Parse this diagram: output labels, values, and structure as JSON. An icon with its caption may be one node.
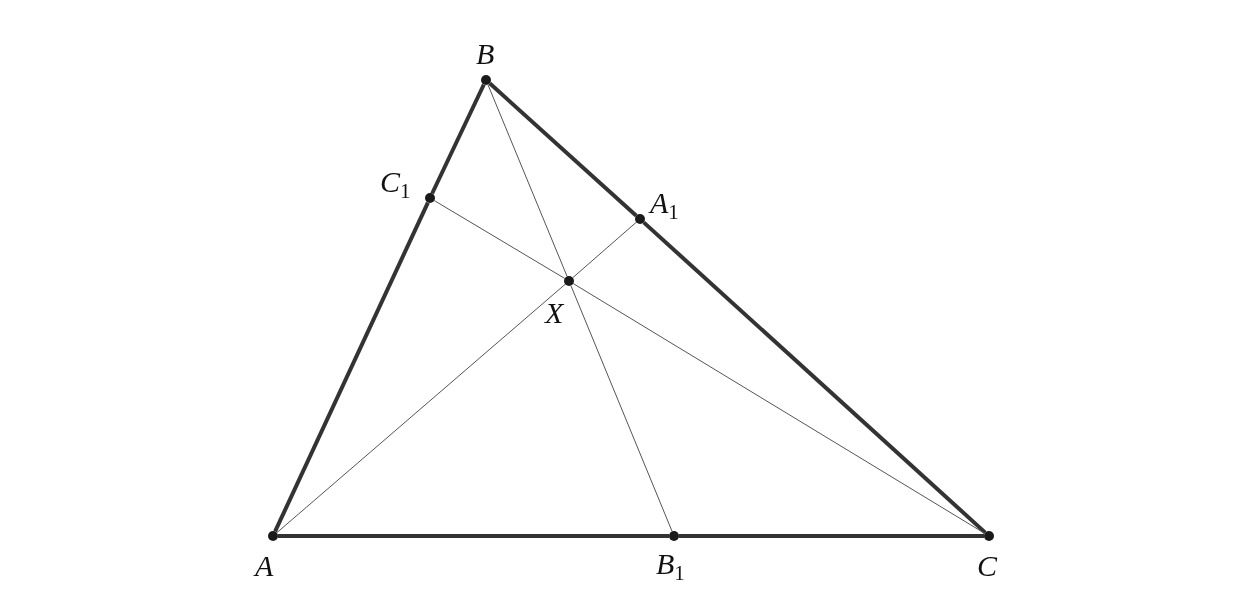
{
  "diagram": {
    "nodes": [
      {
        "text": [
          "B"
        ]
      },
      {
        "text": [
          "C$_{1}$"
        ]
      },
      {
        "text": [
          "A$_{1}$"
        ]
      },
      {
        "text": [
          "X"
        ]
      },
      {
        "text": [
          "A"
        ]
      },
      {
        "text": [
          "B$_{1}$"
        ]
      },
      {
        "text": [
          "C"
        ]
      }
    ],
    "edges": [
      {
        "from": 4,
        "to": 1,
        "arrow": "none",
        "style": "thick"
      },
      {
        "from": 1,
        "to": 0,
        "arrow": "none",
        "style": "thick"
      },
      {
        "from": 0,
        "to": 2,
        "arrow": "none",
        "style": "thick"
      },
      {
        "from": 2,
        "to": 6,
        "arrow": "none",
        "style": "thick"
      },
      {
        "from": 4,
        "to": 5,
        "arrow": "none",
        "style": "thick"
      },
      {
        "from": 5,
        "to": 6,
        "arrow": "none",
        "style": "thick"
      },
      {
        "from": 4,
        "to": 3,
        "arrow": "none"
      },
      {
        "from": 3,
        "to": 2,
        "arrow": "none"
      },
      {
        "from": 0,
        "to": 3,
        "arrow": "none"
      },
      {
        "from": 3,
        "to": 5,
        "arrow": "none"
      },
      {
        "from": 1,
        "to": 3,
        "arrow": "none"
      },
      {
        "from": 3,
        "to": 6,
        "arrow": "none"
      }
    ]
  }
}
